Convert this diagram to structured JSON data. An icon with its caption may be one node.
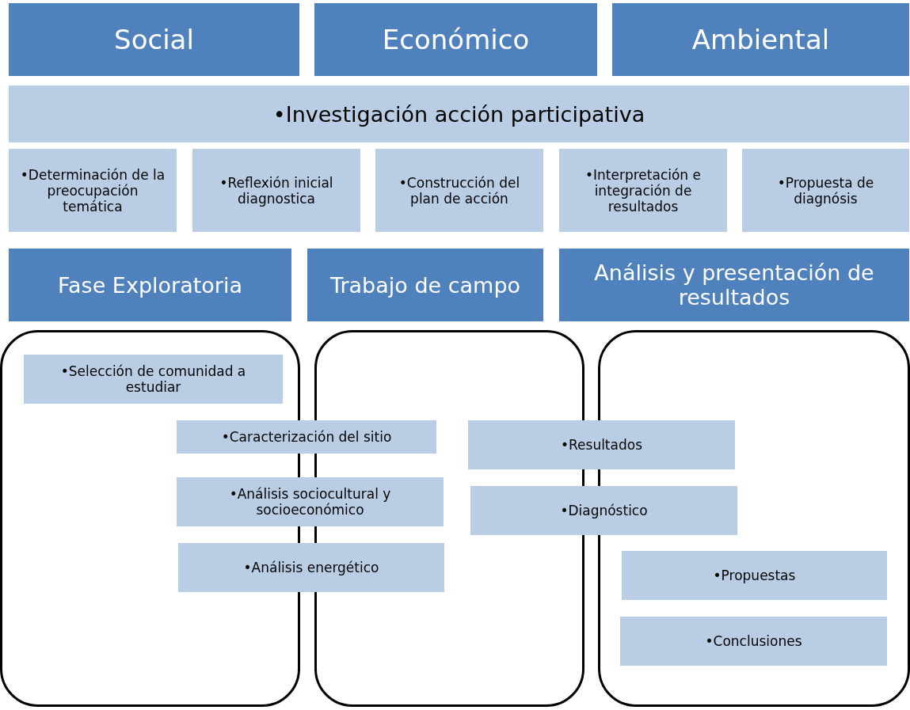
{
  "diagram": {
    "nodes": [
      {
        "text": [
          "Social"
        ]
      },
      {
        "text": [
          "Económico"
        ]
      },
      {
        "text": [
          "Ambiental"
        ]
      },
      {
        "text": [
          "•Investigación acción participativa"
        ]
      },
      {
        "text": [
          "•Determinación de la preocupación temática"
        ]
      },
      {
        "text": [
          "•Reflexión inicial diagnostica"
        ]
      },
      {
        "text": [
          "•Construcción del plan de acción"
        ]
      },
      {
        "text": [
          "•Interpretación e integración de resultados"
        ]
      },
      {
        "text": [
          "•Propuesta de diagnósis"
        ]
      },
      {
        "text": [
          "Fase Exploratoria"
        ]
      },
      {
        "text": [
          "Trabajo de campo"
        ]
      },
      {
        "text": [
          "Análisis y presentación de resultados"
        ]
      },
      {
        "text": [],
        "shape": "box"
      },
      {
        "text": [],
        "shape": "box"
      },
      {
        "text": [],
        "shape": "box"
      },
      {
        "text": [
          "•Selección de comunidad a estudiar"
        ],
        "in": 12
      },
      {
        "text": [
          "•Caracterización del sitio"
        ]
      },
      {
        "text": [
          "•Análisis sociocultural y socioeconómico"
        ]
      },
      {
        "text": [
          "•Análisis energético"
        ]
      },
      {
        "text": [
          "•Resultados"
        ]
      },
      {
        "text": [
          "•Diagnóstico"
        ]
      },
      {
        "text": [
          "•Propuestas"
        ],
        "in": 14
      },
      {
        "text": [
          "•Conclusiones"
        ],
        "in": 14
      }
    ],
    "edges": []
  }
}
